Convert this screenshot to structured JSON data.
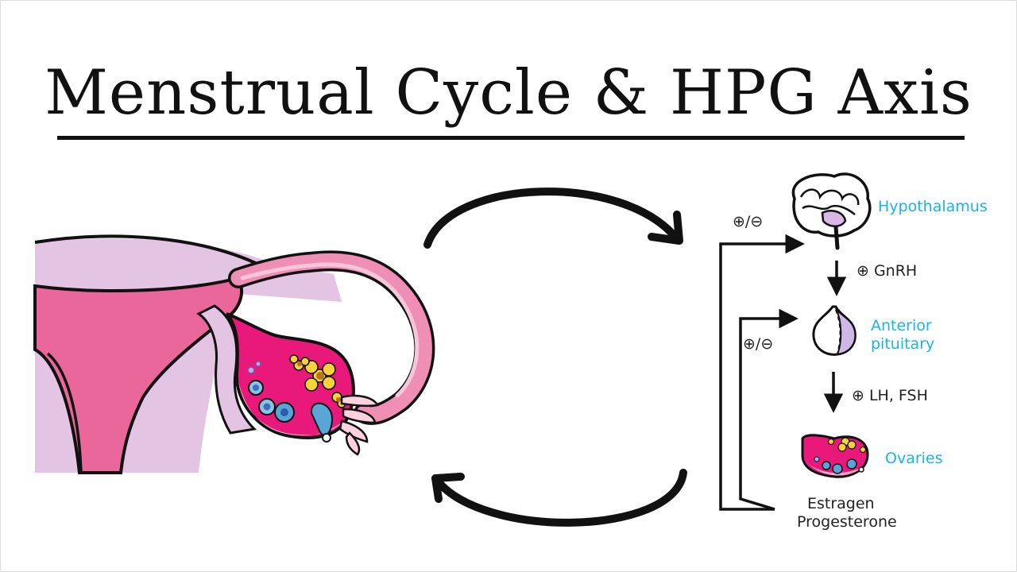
{
  "title": "Menstrual Cycle & HPG Axis",
  "colors": {
    "label_blue": "#19b4e6",
    "uterus_pink": "#e9679b",
    "light_lilac": "#e3c4e2",
    "ovary_magenta": "#e8197a",
    "follicle_blue": "#5aa5d8",
    "follicle_yellow": "#f7d23a"
  },
  "hpg_axis": {
    "hypothalamus_label": "Hypothalamus",
    "pituitary_label_line1": "Anterior",
    "pituitary_label_line2": "pituitary",
    "ovaries_label": "Ovaries",
    "gnrh_label": "⊕ GnRH",
    "lh_fsh_label": "⊕ LH, FSH",
    "feedback_to_hypothalamus": "⊕/⊖",
    "feedback_to_pituitary": "⊕/⊖",
    "steroid_line1": "Estragen",
    "steroid_line2": "Progesterone"
  },
  "icons": [
    "brain-icon",
    "pituitary-icon",
    "ovary-icon",
    "uterus-illustration",
    "cycle-arrow-top",
    "cycle-arrow-bottom"
  ]
}
